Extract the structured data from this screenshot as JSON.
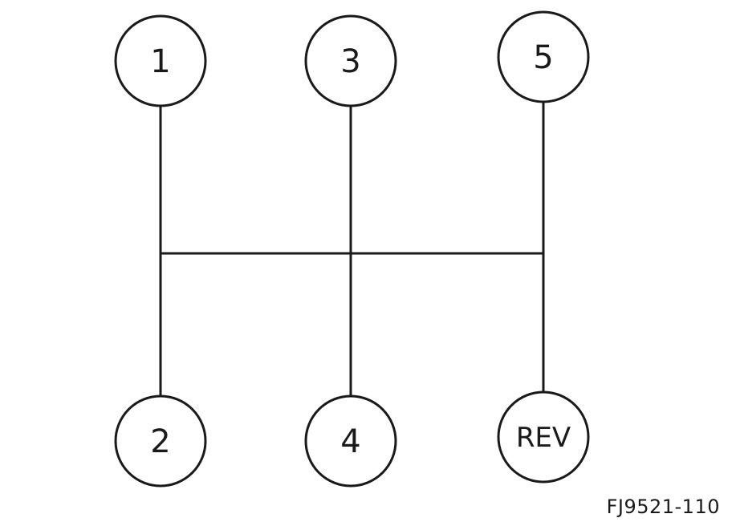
{
  "gears": {
    "first": "1",
    "second": "2",
    "third": "3",
    "fourth": "4",
    "fifth": "5",
    "reverse": "REV"
  },
  "figure_code": "FJ9521-110",
  "colors": {
    "line": "#1a1a1a",
    "background": "#ffffff"
  }
}
